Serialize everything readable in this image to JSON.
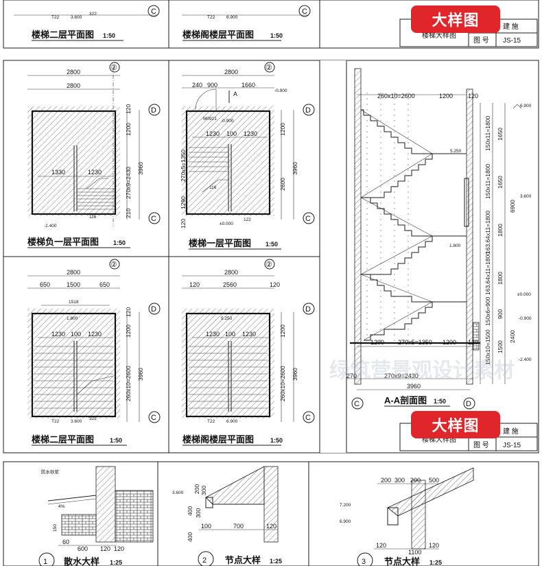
{
  "top_strip": {
    "titles": [
      "楼梯二层平面图",
      "楼梯阁楼层平面图"
    ],
    "scale": "1:50",
    "dims": [
      "T22",
      "3.600",
      "322",
      "T22",
      "6.900"
    ],
    "grid": "C",
    "title_block": {
      "type": "建 施",
      "name": "楼梯大样图",
      "num_label": "图 号",
      "num": "JS-15"
    },
    "badge": "大样图"
  },
  "main_sheet": {
    "plans": [
      {
        "title": "楼梯负一层平面图",
        "scale": "1:50",
        "dims": [
          "2800",
          "2800",
          "1330",
          "1230",
          "120",
          "1200",
          "270x9=2430",
          "3960",
          "210",
          "-2.400",
          "116"
        ],
        "grids": [
          "②",
          "D",
          "C"
        ]
      },
      {
        "title": "楼梯一层平面图",
        "scale": "1:50",
        "dims": [
          "2800",
          "240",
          "900",
          "1660",
          "A",
          "-0.900",
          "M0921",
          "-0.900",
          "1230",
          "100",
          "1230",
          "270x5=1350",
          "1290",
          "120",
          "1200",
          "2600",
          "3960",
          "±0.000",
          "122",
          "116"
        ],
        "grids": [
          "②",
          "D",
          "C"
        ]
      },
      {
        "title": "楼梯二层平面图",
        "scale": "1:50",
        "dims": [
          "2800",
          "650",
          "1500",
          "650",
          "1518",
          "1.800",
          "1230",
          "100",
          "1230",
          "120",
          "1200",
          "260x10=2600",
          "3960",
          "T22",
          "3.600",
          "322"
        ],
        "grids": [
          "②",
          "D",
          "C"
        ]
      },
      {
        "title": "楼梯阁楼层平面图",
        "scale": "1:50",
        "dims": [
          "2800",
          "120",
          "2560",
          "120",
          "5.250",
          "1230",
          "100",
          "1230",
          "1200",
          "260x10=2600",
          "3960",
          "T22",
          "6.900"
        ],
        "grids": [
          "②",
          "D",
          "C"
        ]
      }
    ],
    "section": {
      "title": "A-A剖面图",
      "scale": "1:50",
      "dims_top": [
        "260x10=2600",
        "1200",
        "120"
      ],
      "levels": [
        "6.900",
        "5.250",
        "3.600",
        "1.800",
        "±0.000",
        "-0.900",
        "-2.400"
      ],
      "vert_dims": [
        "150x11=1800",
        "1650",
        "1650",
        "150x11=1800",
        "6900",
        "163.64x11=1800",
        "1800",
        "163.64x11=1800",
        "1800",
        "150x6=900",
        "900",
        "2400",
        "150x10=1500",
        "1500"
      ],
      "bottom_dims": [
        "1290",
        "270x5=1350",
        "1200",
        "120",
        "270",
        "270x9=2430",
        "3960"
      ],
      "grids": [
        "C",
        "D"
      ]
    },
    "title_block": {
      "type": "建 施",
      "name": "楼梯大样图",
      "num_label": "图 号",
      "num": "JS-15"
    },
    "badge": "大样图",
    "watermark": "绿筑营景观设计素材"
  },
  "details": [
    {
      "num": "1",
      "title": "散水大样",
      "scale": "1:25",
      "dims": [
        "60",
        "600",
        "120",
        "120",
        "150",
        "4%"
      ]
    },
    {
      "num": "2",
      "title": "节点大样",
      "scale": "1:25",
      "dims": [
        "3.600",
        "200",
        "300",
        "400",
        "300",
        "400",
        "100",
        "700",
        "120"
      ]
    },
    {
      "num": "3",
      "title": "节点大样",
      "scale": "1:25",
      "dims": [
        "200",
        "300",
        "200",
        "500",
        "7.200",
        "6.900",
        "120",
        "1100",
        "120"
      ]
    }
  ],
  "colors": {
    "badge": "#e0262b",
    "line": "#1a1a1a"
  }
}
